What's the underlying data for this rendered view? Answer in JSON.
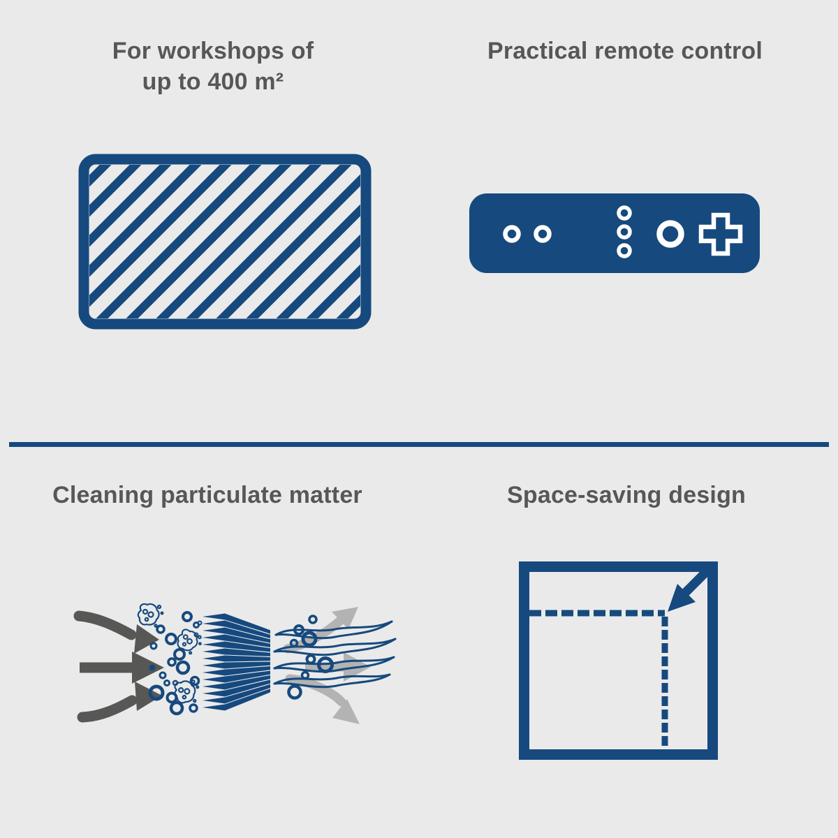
{
  "page": {
    "background": "#EAEAEA"
  },
  "colors": {
    "background": "#EAEAEA",
    "primary_blue": "#16497E",
    "title_gray": "#575757",
    "dark_gray": "#575756",
    "light_gray": "#B3B3B3",
    "white": "#FFFFFF"
  },
  "features": [
    {
      "id": "workshop-area",
      "title_line1": "For workshops of",
      "title_line2": "up to 400 m²",
      "icon": "workshop-area-icon"
    },
    {
      "id": "remote-control",
      "title": "Practical remote control",
      "icon": "remote-control-icon"
    },
    {
      "id": "particulate-cleaning",
      "title": "Cleaning particulate matter",
      "icon": "air-filter-icon"
    },
    {
      "id": "space-saving",
      "title": "Space-saving design",
      "icon": "space-saving-icon"
    }
  ]
}
